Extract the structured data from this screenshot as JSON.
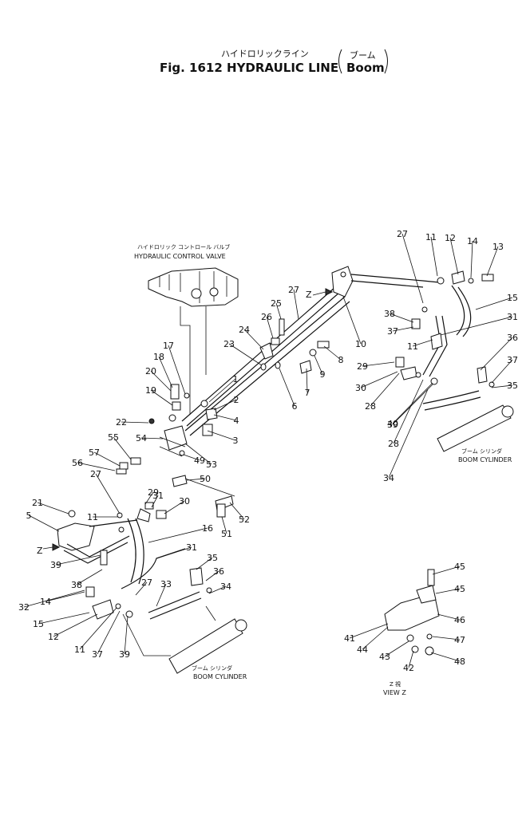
{
  "title": {
    "japanese": "ハイドロリックライン",
    "japanese_paren": "ブーム",
    "english": "Fig. 1612 HYDRAULIC LINE",
    "english_paren": "Boom"
  },
  "captions": {
    "valve_jp": "ハイドロリック コントロール バルブ",
    "valve_en": "HYDRAULIC CONTROL VALVE",
    "boom_cyl_jp_right": "ブーム シリンダ",
    "boom_cyl_en_right": "BOOM CYLINDER",
    "boom_cyl_jp_bottom": "ブーム シリンダ",
    "boom_cyl_en_bottom": "BOOM CYLINDER",
    "view_jp": "Z 視",
    "view_en": "VIEW Z",
    "z_upper": "Z",
    "z_lower": "Z"
  },
  "part_labels": [
    "1",
    "2",
    "3",
    "4",
    "5",
    "6",
    "7",
    "8",
    "9",
    "10",
    "11",
    "11",
    "11",
    "11",
    "12",
    "12",
    "13",
    "14",
    "14",
    "15",
    "15",
    "16",
    "17",
    "18",
    "19",
    "20",
    "21",
    "22",
    "23",
    "24",
    "25",
    "26",
    "27",
    "27",
    "27",
    "27",
    "28",
    "28",
    "29",
    "29",
    "30",
    "30",
    "31",
    "31",
    "31",
    "32",
    "33",
    "34",
    "34",
    "35",
    "35",
    "36",
    "36",
    "37",
    "37",
    "37",
    "38",
    "38",
    "39",
    "39",
    "39",
    "40",
    "41",
    "42",
    "43",
    "44",
    "45",
    "45",
    "46",
    "47",
    "48",
    "49",
    "50",
    "51",
    "52",
    "53",
    "54",
    "55",
    "56",
    "57"
  ]
}
